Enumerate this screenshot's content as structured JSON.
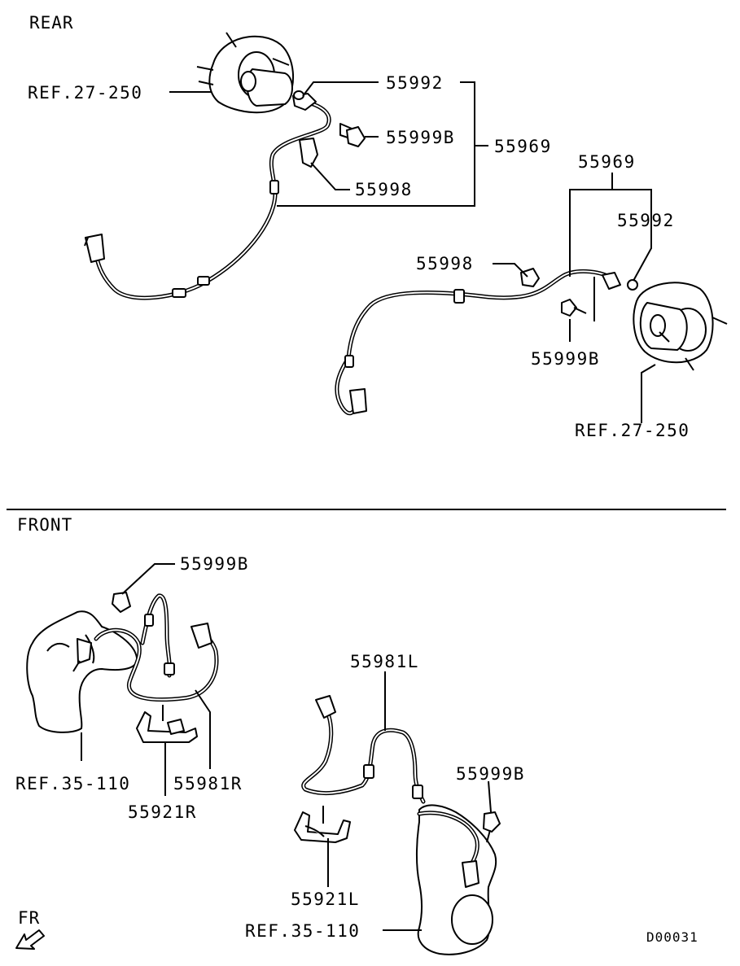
{
  "sections": {
    "rear": "REAR",
    "front": "FRONT"
  },
  "rear": {
    "left": {
      "ref": "REF.27-250",
      "washer": "55992",
      "bolt": "55999B",
      "harness": "55969",
      "clip": "55998"
    },
    "right": {
      "harness": "55969",
      "washer": "55992",
      "clip": "55998",
      "bolt": "55999B",
      "ref": "REF.27-250"
    }
  },
  "front": {
    "right_side": {
      "bolt": "55999B",
      "sensor": "55981R",
      "bracket": "55921R",
      "ref": "REF.35-110"
    },
    "left_side": {
      "sensor": "55981L",
      "bolt": "55999B",
      "bracket": "55921L",
      "ref": "REF.35-110"
    }
  },
  "direction": "FR",
  "diagram_code": "D00031"
}
